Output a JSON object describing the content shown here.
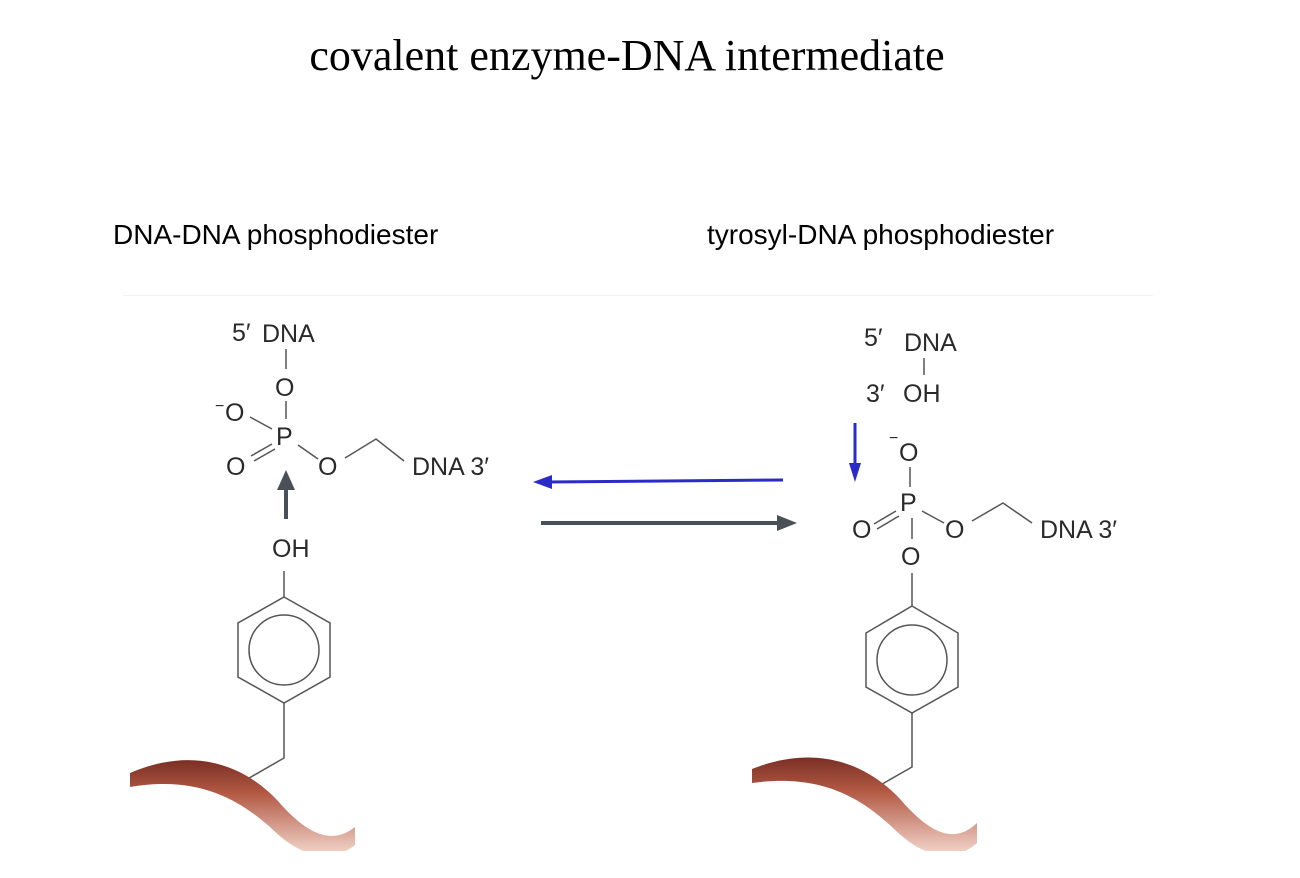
{
  "slide": {
    "subtitle": "covalent enzyme-DNA intermediate"
  },
  "left_panel": {
    "heading": "DNA-DNA phosphodiester",
    "five_prime_label": "5′",
    "dna_top": "DNA",
    "oxygen_top": "O",
    "o_minus_o": "O",
    "minus_sign": "−",
    "phosphorus": "P",
    "oxygen_double": "O",
    "oxygen_bridge": "O",
    "dna_right": "DNA 3′",
    "hydroxyl": "OH"
  },
  "right_panel": {
    "heading": "tyrosyl-DNA phosphodiester",
    "five_prime_label": "5′",
    "dna_top": "DNA",
    "three_prime_label": "3′",
    "hydroxyl": "OH",
    "o_minus_o": "O",
    "minus_sign": "−",
    "phosphorus": "P",
    "oxygen_double": "O",
    "oxygen_bridge": "O",
    "oxygen_bottom": "O",
    "dna_right": "DNA 3′"
  },
  "colors": {
    "blue_arrow": "#2b2bc8",
    "grey_arrow": "#4a5057",
    "protein_backbone": "#a04a3c"
  }
}
